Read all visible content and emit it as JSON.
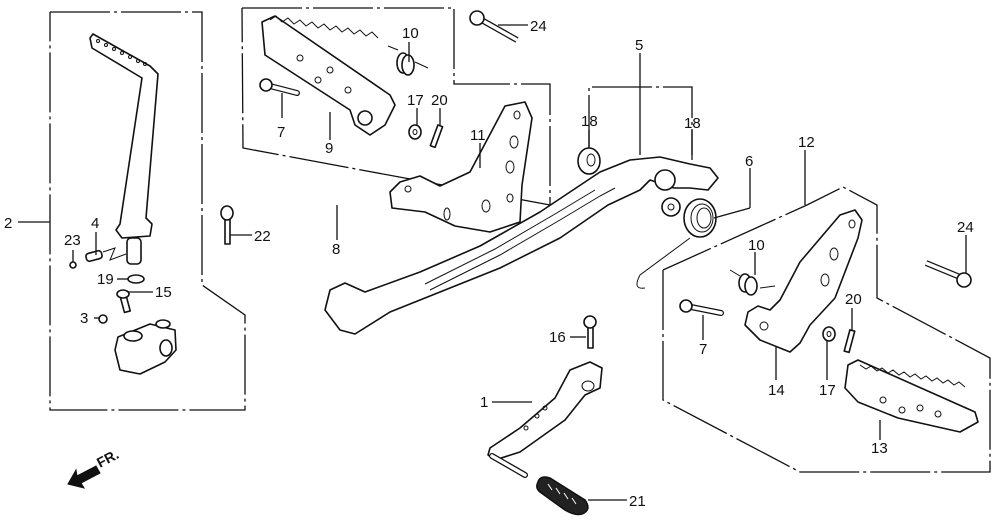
{
  "title": "Pedal / Kick Starter / Step Exploded Parts Diagram",
  "direction_marker": {
    "icon": "front-arrow-icon",
    "label": "FR."
  },
  "callouts": [
    {
      "id": "1",
      "part": "change-pedal"
    },
    {
      "id": "2",
      "part": "kick-starter-arm-assembly"
    },
    {
      "id": "3",
      "part": "kick-arm-ball"
    },
    {
      "id": "4",
      "part": "kick-arm-spring"
    },
    {
      "id": "5",
      "part": "brake-pedal-assembly"
    },
    {
      "id": "6",
      "part": "brake-pedal-return-spring"
    },
    {
      "id": "7",
      "part": "step-pin"
    },
    {
      "id": "8",
      "part": "left-step-holder-assembly"
    },
    {
      "id": "9",
      "part": "left-step"
    },
    {
      "id": "10",
      "part": "step-spring"
    },
    {
      "id": "11",
      "part": "left-step-holder"
    },
    {
      "id": "12",
      "part": "right-step-holder-assembly"
    },
    {
      "id": "13",
      "part": "right-step"
    },
    {
      "id": "14",
      "part": "right-step-holder"
    },
    {
      "id": "15",
      "part": "kick-arm-bolt"
    },
    {
      "id": "16",
      "part": "change-pedal-bolt"
    },
    {
      "id": "17",
      "part": "washer"
    },
    {
      "id": "18",
      "part": "dust-seal"
    },
    {
      "id": "19",
      "part": "o-ring"
    },
    {
      "id": "20",
      "part": "cotter-pin"
    },
    {
      "id": "21",
      "part": "change-pedal-rubber"
    },
    {
      "id": "22",
      "part": "flange-bolt"
    },
    {
      "id": "23",
      "part": "steel-ball"
    },
    {
      "id": "24",
      "part": "step-holder-bolt"
    }
  ],
  "labels": {
    "l1": "1",
    "l2": "2",
    "l3": "3",
    "l4": "4",
    "l5": "5",
    "l6": "6",
    "l7a": "7",
    "l7b": "7",
    "l8": "8",
    "l9": "9",
    "l10a": "10",
    "l10b": "10",
    "l11": "11",
    "l12": "12",
    "l13": "13",
    "l14": "14",
    "l15": "15",
    "l16": "16",
    "l17a": "17",
    "l17b": "17",
    "l18a": "18",
    "l18b": "18",
    "l19": "19",
    "l20a": "20",
    "l20b": "20",
    "l21": "21",
    "l22": "22",
    "l23": "23",
    "l24a": "24",
    "l24b": "24"
  }
}
